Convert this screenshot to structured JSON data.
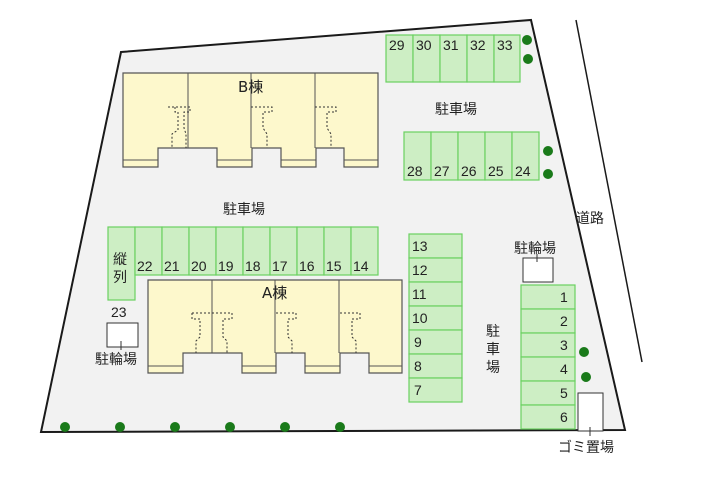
{
  "colors": {
    "lot": "#f2f2f2",
    "lot_border": "#1a1a1a",
    "building": "#fdf8cc",
    "building_border": "#555555",
    "parking_fill": "#cdeec4",
    "parking_border": "#6ad160",
    "tree": "#1a7a1a"
  },
  "buildings": [
    {
      "id": "B",
      "label": "B棟"
    },
    {
      "id": "A",
      "label": "A棟"
    }
  ],
  "labels": {
    "parking_top": "駐車場",
    "parking_mid": "駐車場",
    "parking_right": "駐車場",
    "road": "道路",
    "bike_left": "駐輪場",
    "bike_right": "駐輪場",
    "garbage": "ゴミ置場",
    "tandem": "縦列"
  },
  "parking": {
    "top_row": [
      "29",
      "30",
      "31",
      "32",
      "33"
    ],
    "second_row": [
      "28",
      "27",
      "26",
      "25",
      "24"
    ],
    "left_row": [
      "22",
      "21",
      "20",
      "19",
      "18",
      "17",
      "16",
      "15",
      "14"
    ],
    "tandem_spot": "23",
    "middle_column": [
      "13",
      "12",
      "11",
      "10",
      "9",
      "8",
      "7"
    ],
    "right_column": [
      "1",
      "2",
      "3",
      "4",
      "5",
      "6"
    ]
  }
}
